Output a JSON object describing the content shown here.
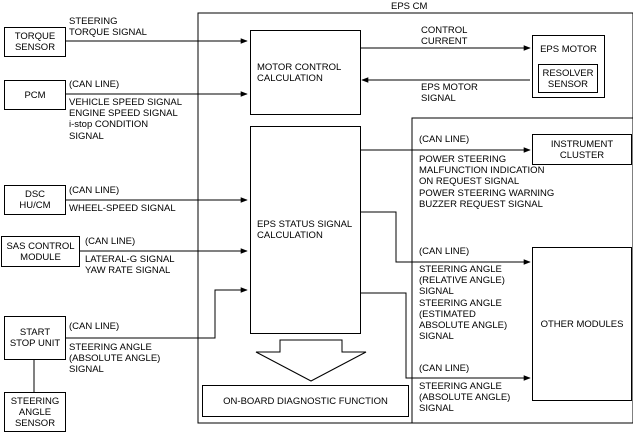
{
  "eps_cm": {
    "title": "EPS CM"
  },
  "blocks": {
    "torque_sensor": "TORQUE\nSENSOR",
    "pcm": "PCM",
    "dsc": "DSC\nHU/CM",
    "sas": "SAS CONTROL\nMODULE",
    "start_stop": "START\nSTOP UNIT",
    "steering_angle_sensor": "STEERING\nANGLE\nSENSOR",
    "motor_control": "MOTOR CONTROL\nCALCULATION",
    "eps_status": "EPS STATUS SIGNAL\nCALCULATION",
    "obd": "ON-BOARD DIAGNOSTIC FUNCTION",
    "eps_motor": "EPS MOTOR",
    "resolver": "RESOLVER\nSENSOR",
    "instrument_cluster": "INSTRUMENT\nCLUSTER",
    "other_modules": "OTHER MODULES"
  },
  "signals": {
    "steering_torque": "STEERING\nTORQUE SIGNAL",
    "pcm_can": "(CAN LINE)",
    "pcm_signals": "VEHICLE SPEED SIGNAL\nENGINE SPEED SIGNAL\ni-stop CONDITION\nSIGNAL",
    "dsc_can": "(CAN LINE)",
    "wheel_speed": "WHEEL-SPEED SIGNAL",
    "sas_can": "(CAN LINE)",
    "sas_signals": "LATERAL-G SIGNAL\nYAW RATE SIGNAL",
    "start_stop_can": "(CAN LINE)",
    "start_stop_signals": "STEERING ANGLE\n(ABSOLUTE ANGLE)\nSIGNAL",
    "control_current": "CONTROL\nCURRENT",
    "eps_motor_signal": "EPS MOTOR\nSIGNAL",
    "cluster_can": "(CAN LINE)",
    "cluster_signals": "POWER STEERING\nMALFUNCTION INDICATION\nON REQUEST SIGNAL\nPOWER STEERING WARNING\nBUZZER REQUEST SIGNAL",
    "om_can_1": "(CAN LINE)",
    "om_signals_1": "STEERING ANGLE\n(RELATIVE ANGLE)\nSIGNAL\nSTEERING ANGLE\n(ESTIMATED\nABSOLUTE ANGLE)\nSIGNAL",
    "om_can_2": "(CAN LINE)",
    "om_signals_2": "STEERING ANGLE\n(ABSOLUTE ANGLE)\nSIGNAL"
  }
}
